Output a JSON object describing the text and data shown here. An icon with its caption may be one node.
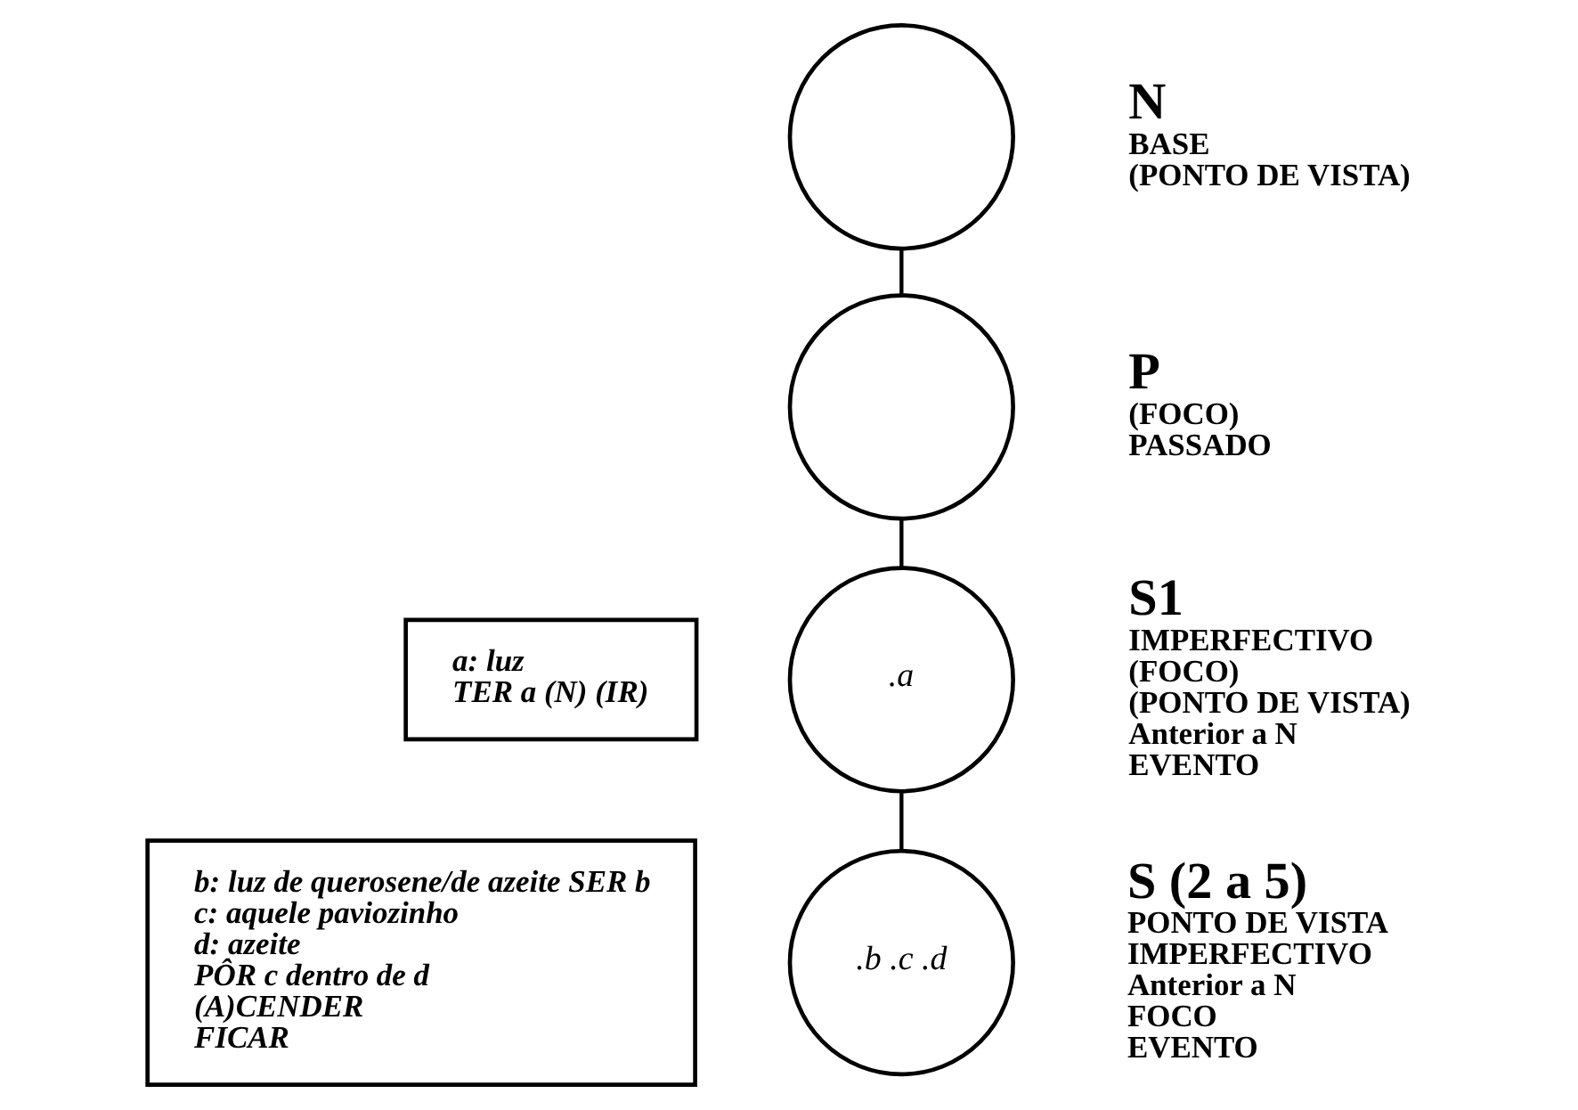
{
  "diagram": {
    "nodes": [
      {
        "text": [],
        "shape": "circle",
        "beside": [
          "N",
          "BASE",
          "(PONTO DE VISTA)"
        ]
      },
      {
        "text": [],
        "shape": "circle",
        "beside": [
          "P",
          "(FOCO)",
          "PASSADO"
        ]
      },
      {
        "text": [
          ".a"
        ],
        "beside": [
          "S1",
          "IMPERFECTIVO",
          "(FOCO)",
          "(PONTO DE VISTA)",
          "Anterior a N",
          "EVENTO"
        ]
      },
      {
        "text": [
          ".b .c .d"
        ],
        "beside": [
          "S (2 a 5)",
          "PONTO DE VISTA",
          "IMPERFECTIVO",
          "Anterior a N",
          "FOCO",
          "EVENTO"
        ]
      },
      {
        "text": [
          "a: luz",
          "TER a (N) (IR)"
        ]
      },
      {
        "text": [
          "b: luz de querosene/de azeite SER b",
          "c: aquele paviozinho",
          "d: azeite",
          "PÔR c dentro de d",
          "(A)CENDER",
          "FICAR"
        ]
      }
    ],
    "edges": [
      {
        "from": 0,
        "to": 1,
        "arrow": "none"
      },
      {
        "from": 1,
        "to": 2,
        "arrow": "none"
      },
      {
        "from": 2,
        "to": 3,
        "arrow": "none"
      }
    ]
  }
}
